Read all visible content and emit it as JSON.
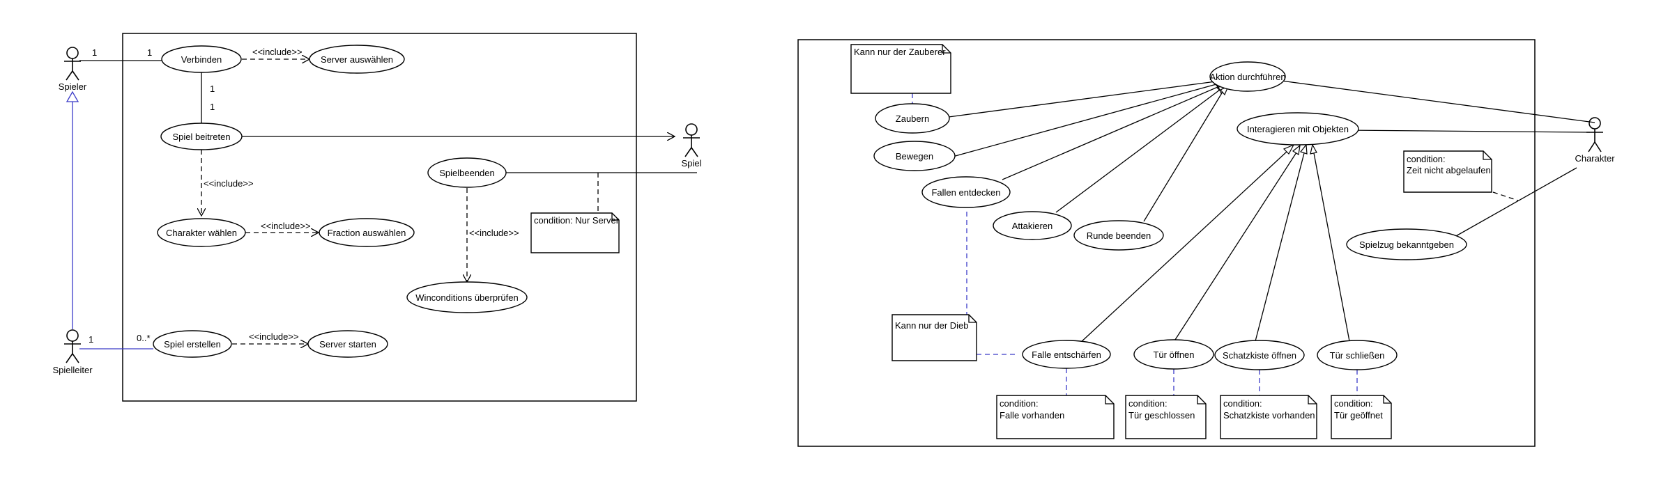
{
  "left": {
    "actors": {
      "spieler": "Spieler",
      "spielleiter": "Spielleiter",
      "spiel": "Spiel"
    },
    "usecases": {
      "verbinden": "Verbinden",
      "server_auswaehlen": "Server auswählen",
      "spiel_beitreten": "Spiel beitreten",
      "charakter_waehlen": "Charakter wählen",
      "fraction_auswaehlen": "Fraction auswählen",
      "spielbeenden": "Spielbeenden",
      "winconditions": "Winconditions überprüfen",
      "spiel_erstellen": "Spiel erstellen",
      "server_starten": "Server starten"
    },
    "stereotypes": {
      "inc1": "<<include>>",
      "inc2": "<<include>>",
      "inc3": "<<include>>",
      "inc4": "<<include>>",
      "inc5": "<<include>>"
    },
    "multiplicities": {
      "m1": "1",
      "m2": "1",
      "m3": "1",
      "m4": "1",
      "m5": "1",
      "m6": "0..*"
    },
    "notes": {
      "nur_server": "condition: Nur Server"
    }
  },
  "right": {
    "actors": {
      "charakter": "Charakter"
    },
    "usecases": {
      "aktion": "Aktion durchführen",
      "zaubern": "Zaubern",
      "bewegen": "Bewegen",
      "fallen_entdecken": "Fallen entdecken",
      "attakieren": "Attakieren",
      "runde_beenden": "Runde beenden",
      "interagieren": "Interagieren mit Objekten",
      "spielzug": "Spielzug bekanntgeben",
      "falle_entschaerfen": "Falle entschärfen",
      "tuer_oeffnen": "Tür öffnen",
      "schatzkiste_oeffnen": "Schatzkiste öffnen",
      "tuer_schliessen": "Tür schließen"
    },
    "notes": {
      "zauberer": "Kann nur der Zauberer",
      "dieb": "Kann nur der Dieb",
      "zeit_1": "condition:",
      "zeit_2": "Zeit nicht abgelaufen",
      "falle_1": "condition:",
      "falle_2": "Falle vorhanden",
      "tuer_1": "condition:",
      "tuer_2": "Tür geschlossen",
      "schatz_1": "condition:",
      "schatz_2": "Schatzkiste vorhanden",
      "geoeffnet_1": "condition:",
      "geoeffnet_2": "Tür geöffnet"
    }
  }
}
